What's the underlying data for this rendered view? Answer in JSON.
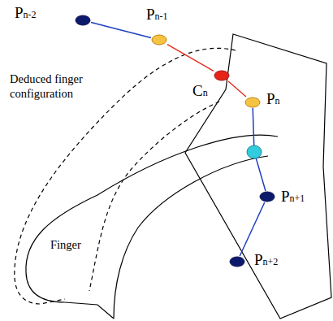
{
  "diagram": {
    "nodes": [
      {
        "text": [
          "Pn-2"
        ]
      },
      {
        "text": [
          "Pn-1"
        ]
      },
      {
        "text": [
          "Cn"
        ]
      },
      {
        "text": [
          "Pn"
        ]
      },
      {
        "text": [
          "Pn+1"
        ]
      },
      {
        "text": [
          "Pn+2"
        ]
      }
    ],
    "edges": [
      {
        "from": 0,
        "to": 1,
        "arrow": "none"
      },
      {
        "from": 1,
        "to": 2,
        "arrow": "none"
      },
      {
        "from": 2,
        "to": 3,
        "arrow": "none"
      },
      {
        "from": 3,
        "to": 4,
        "arrow": "none"
      },
      {
        "from": 4,
        "to": 5,
        "arrow": "none"
      }
    ],
    "labels": [
      "Deduced finger configuration",
      "Finger"
    ]
  }
}
